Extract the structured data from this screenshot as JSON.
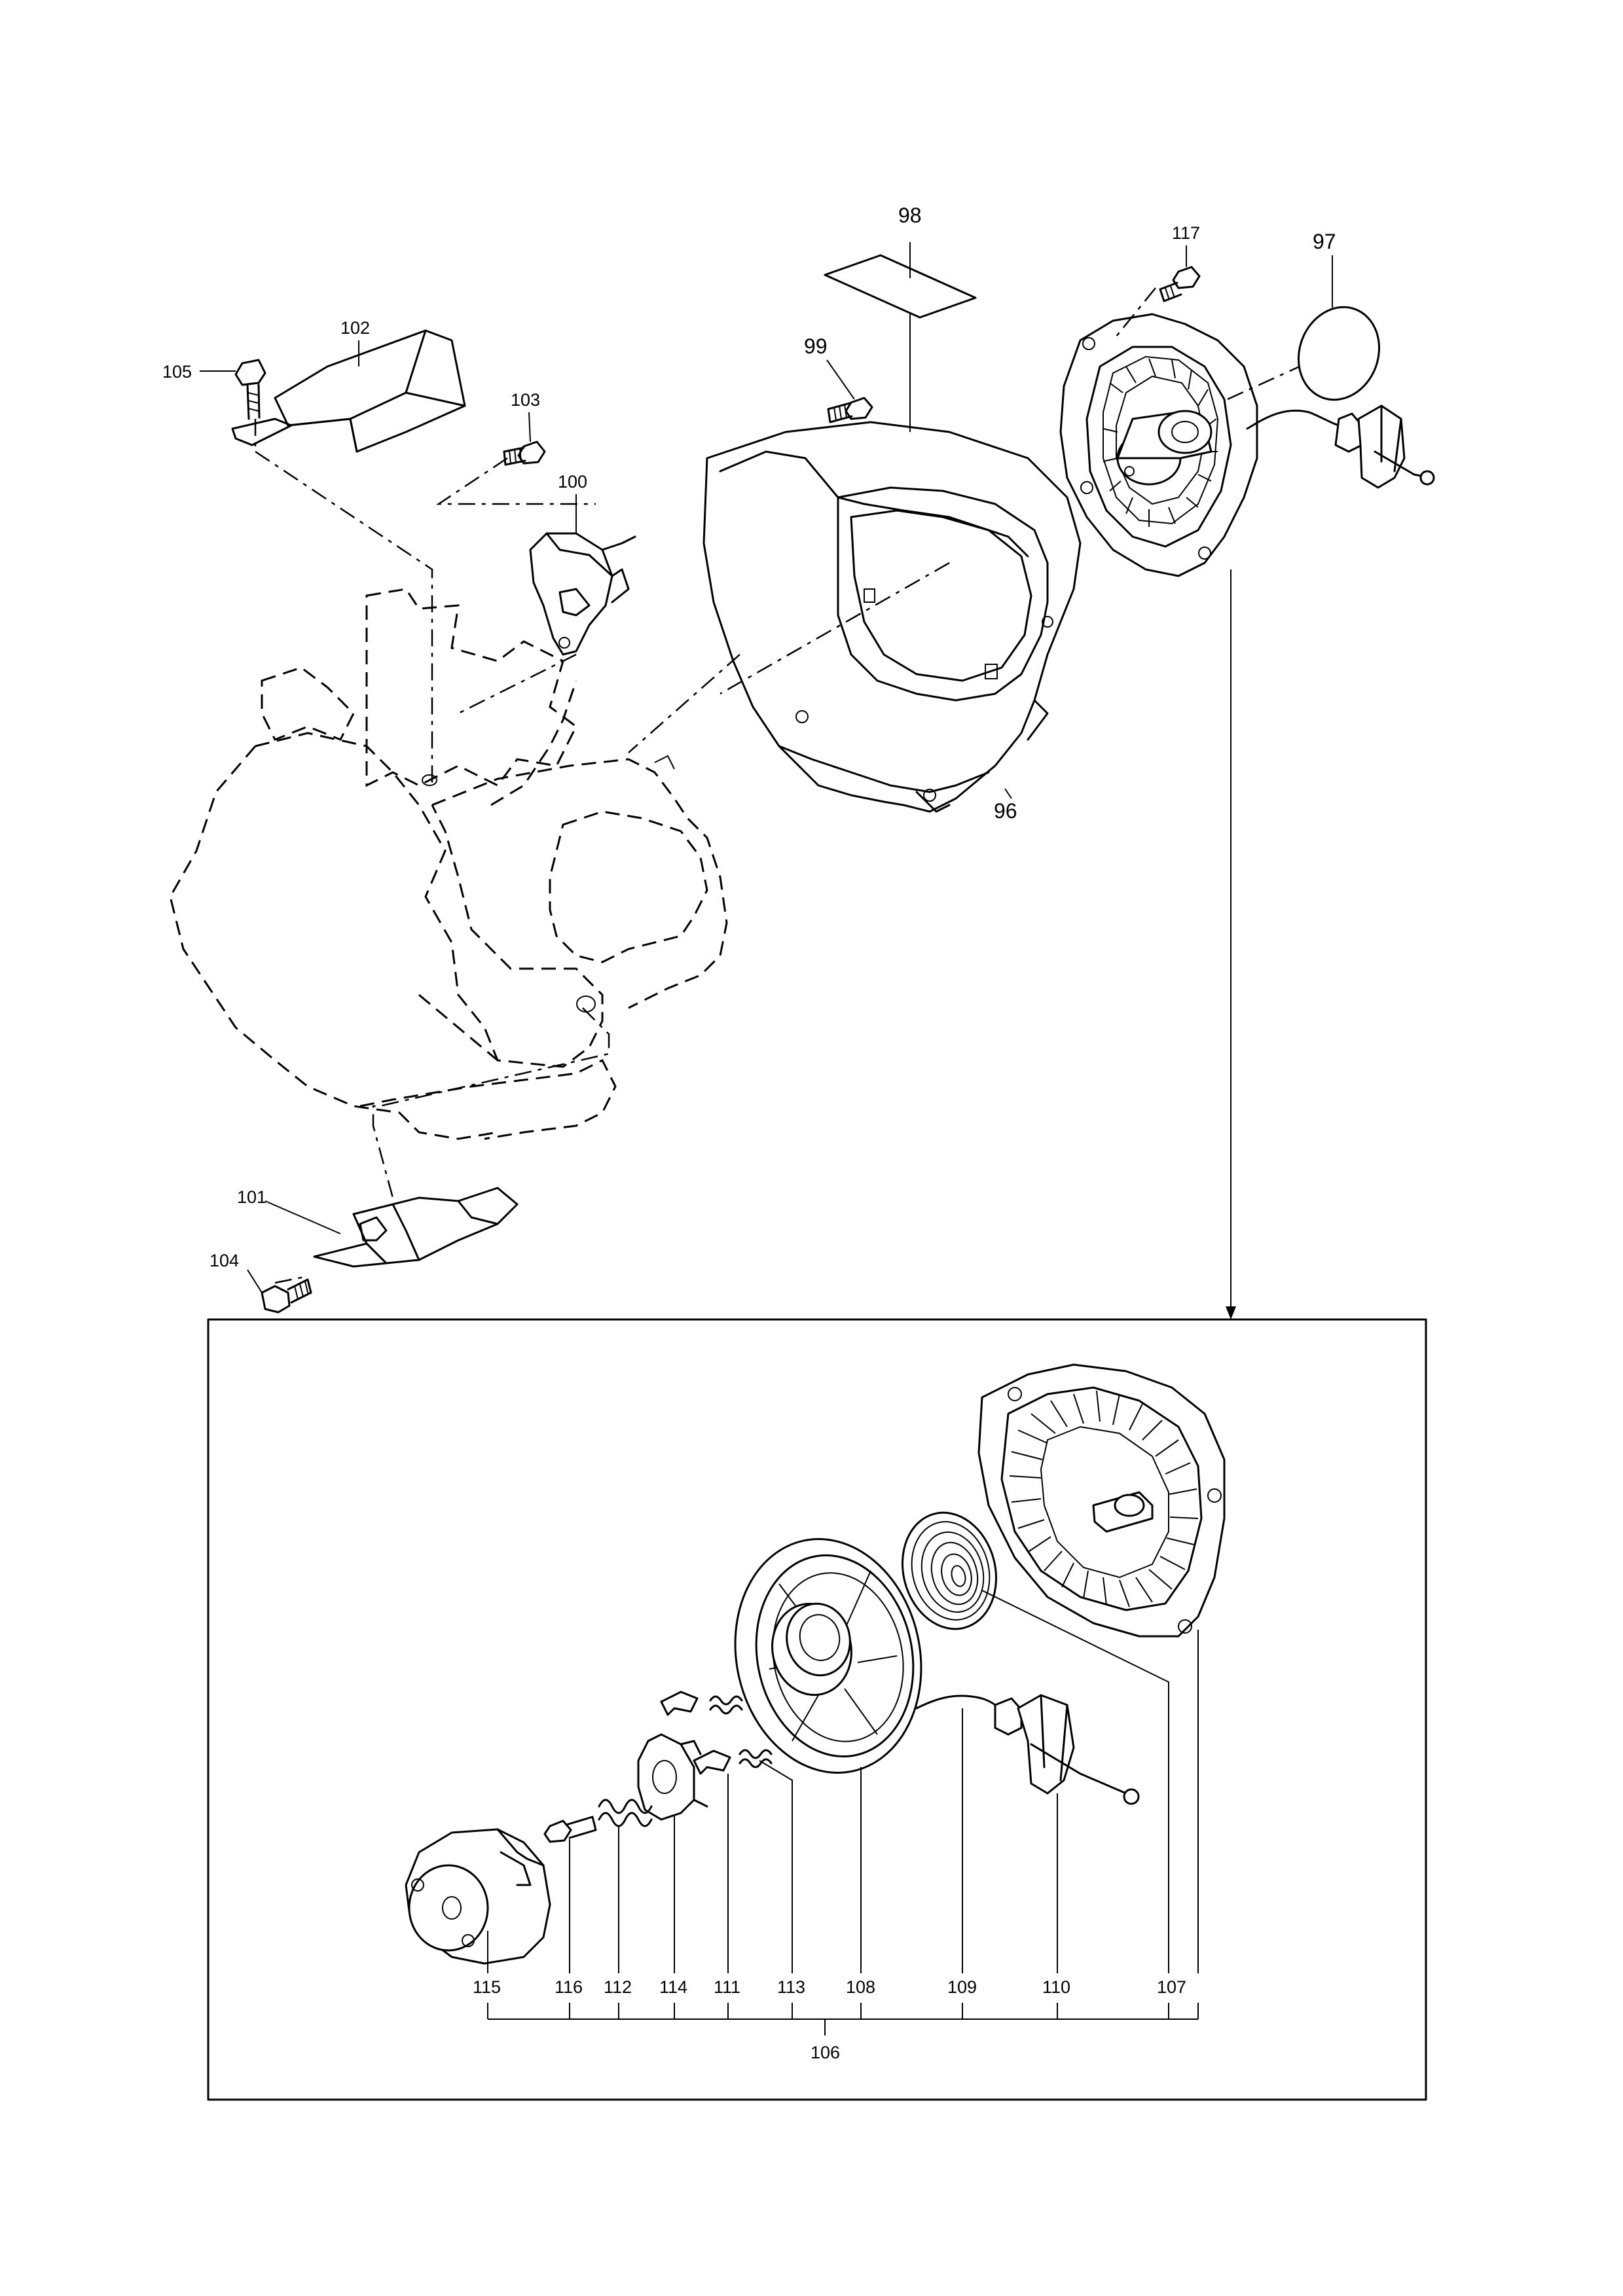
{
  "labels": {
    "p96": "96",
    "p97": "97",
    "p98": "98",
    "p99": "99",
    "p100": "100",
    "p101": "101",
    "p102": "102",
    "p103": "103",
    "p104": "104",
    "p105": "105",
    "p106": "106",
    "p107": "107",
    "p108": "108",
    "p109": "109",
    "p110": "110",
    "p111": "111",
    "p112": "112",
    "p113": "113",
    "p114": "114",
    "p115": "115",
    "p116": "116",
    "p117": "117"
  }
}
